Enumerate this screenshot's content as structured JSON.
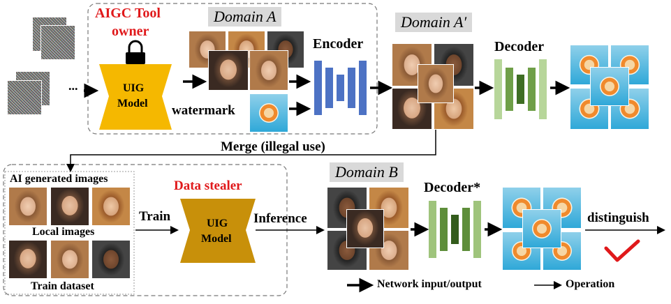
{
  "top": {
    "owner_label_line1": "AIGC Tool",
    "owner_label_line2": "owner",
    "uig_model_line1": "UIG",
    "uig_model_line2": "Model",
    "watermark_label": "watermark",
    "ellipsis": "...",
    "encoder_label": "Encoder",
    "decoder_label": "Decoder",
    "domain_a": "Domain A",
    "domain_a_prime": "Domain A′",
    "merge_label": "Merge (illegal use)"
  },
  "bottom": {
    "ai_generated_label": "AI generated images",
    "local_images_label": "Local images",
    "train_dataset_label": "Train dataset",
    "train_label": "Train",
    "stealer_label": "Data stealer",
    "uig_model_line1": "UIG",
    "uig_model_line2": "Model",
    "inference_label": "Inference",
    "domain_b": "Domain B",
    "decoder_star_label": "Decoder*",
    "distinguish_label": "distinguish",
    "check_icon": "check-mark-icon"
  },
  "legend": {
    "network_io_label": "Network input/output",
    "operation_label": "Operation"
  },
  "colors": {
    "owner_model": "#f5b800",
    "stealer_model": "#c8900a",
    "encoder_bars": "#4d72c4",
    "decoder_bars": "#5a8a3a",
    "accent_red": "#e0191b"
  }
}
